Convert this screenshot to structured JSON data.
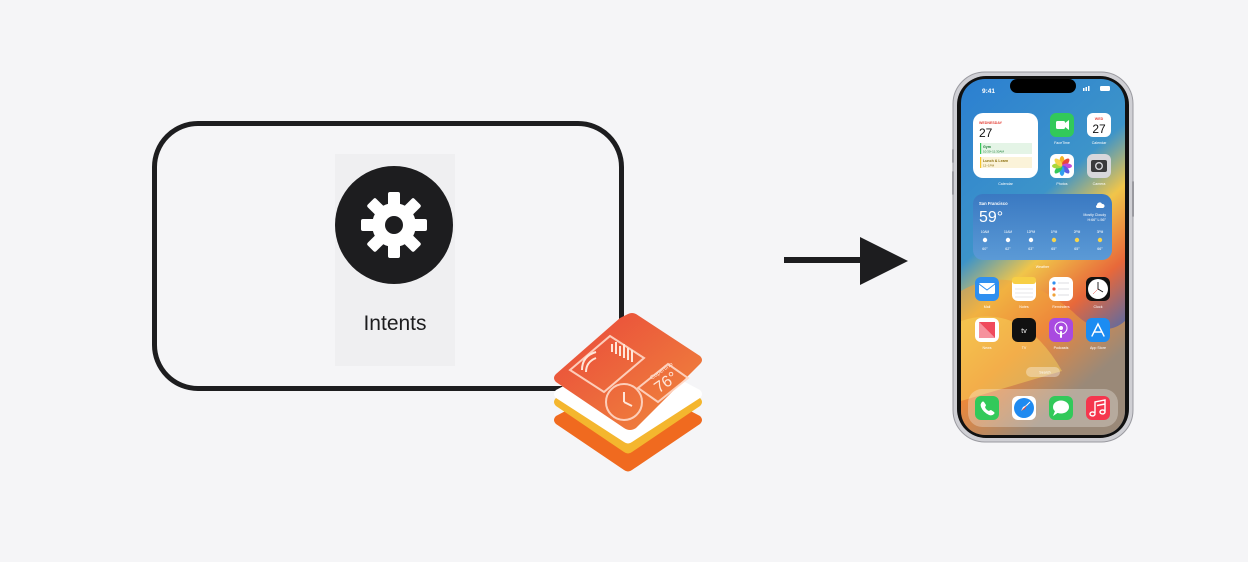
{
  "card": {
    "label": "Intents",
    "icon": "gear-icon"
  },
  "badge": {
    "icon": "widgetkit-icon",
    "temp": "76°",
    "city": "Cupertino"
  },
  "phone": {
    "status_time": "9:41",
    "calendar_widget": {
      "day_name": "WEDNESDAY",
      "day_number": "27",
      "events": [
        {
          "title": "Gym",
          "time": "10:30–11:30AM"
        },
        {
          "title": "Lunch & Learn",
          "time": "12–1PM"
        }
      ],
      "caption": "Calendar"
    },
    "top_apps": [
      "FaceTime",
      "Calendar",
      "Photos",
      "Camera"
    ],
    "calendar_icon": {
      "day": "WED",
      "number": "27"
    },
    "weather_widget": {
      "city": "San Francisco",
      "temp": "59°",
      "condition": "Mostly Cloudy",
      "hilo": "H:66° L:56°",
      "hours": [
        "10AM",
        "11AM",
        "12PM",
        "1PM",
        "2PM",
        "3PM"
      ],
      "temps": [
        "60°",
        "62°",
        "63°",
        "65°",
        "65°",
        "66°"
      ],
      "caption": "Weather"
    },
    "row_apps_1": [
      "Mail",
      "Notes",
      "Reminders",
      "Clock"
    ],
    "row_apps_2": [
      "News",
      "TV",
      "Podcasts",
      "App Store"
    ],
    "search_label": "Search",
    "dock": [
      "phone-icon",
      "safari-icon",
      "messages-icon",
      "music-icon"
    ]
  },
  "colors": {
    "ink": "#1d1d1f",
    "background": "#f5f5f7",
    "widgetkit_red": "#e8453c",
    "widgetkit_orange": "#f0762d",
    "widgetkit_yellow": "#f6c343"
  }
}
